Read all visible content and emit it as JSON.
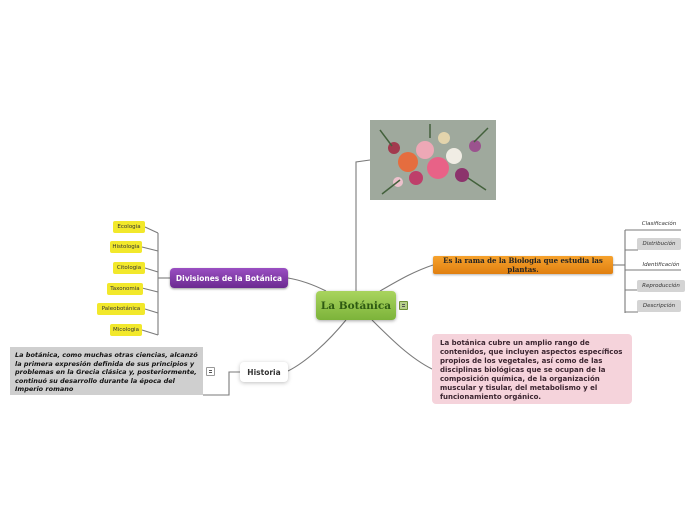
{
  "central": {
    "label": "La Botánica"
  },
  "divisiones": {
    "label": "Divisiones de la Botánica",
    "items": [
      "Ecologia",
      "Histologia",
      "Citologia",
      "Taxonomia",
      "Paleobotánica",
      "Micologia"
    ]
  },
  "historia": {
    "label": "Historia",
    "note": "La botánica, como muchas otras ciencias, alcanzó la primera expresión definida de sus principios y problemas en la Grecia clásica y, posteriormente, continuó su desarrollo durante la época del Imperio romano"
  },
  "rama": {
    "label": "Es la rama de la Biologia que estudia las plantas.",
    "items": [
      "Clasificación",
      "Distribución",
      "Identificación",
      "Reproducción",
      "Descripción"
    ]
  },
  "descripcion": {
    "text": "La botánica cubre un amplio rango de contenidos, que incluyen aspectos específicos propios de los vegetales, así como de las disciplinas biológicas que se ocupan de la composición química, de la organización muscular y tisular, del metabolismo y el funcionamiento orgánico."
  },
  "image": {
    "subject": "flower-bouquet-photo"
  },
  "colors": {
    "central": "#8cc04a",
    "divisiones": "#7d3aa6",
    "rama": "#ee8f1c",
    "leaf_yellow": "#f2e82b",
    "description_bg": "#f5d3db",
    "note_bg": "#cfcfcf",
    "connector": "#7a7a7a"
  }
}
